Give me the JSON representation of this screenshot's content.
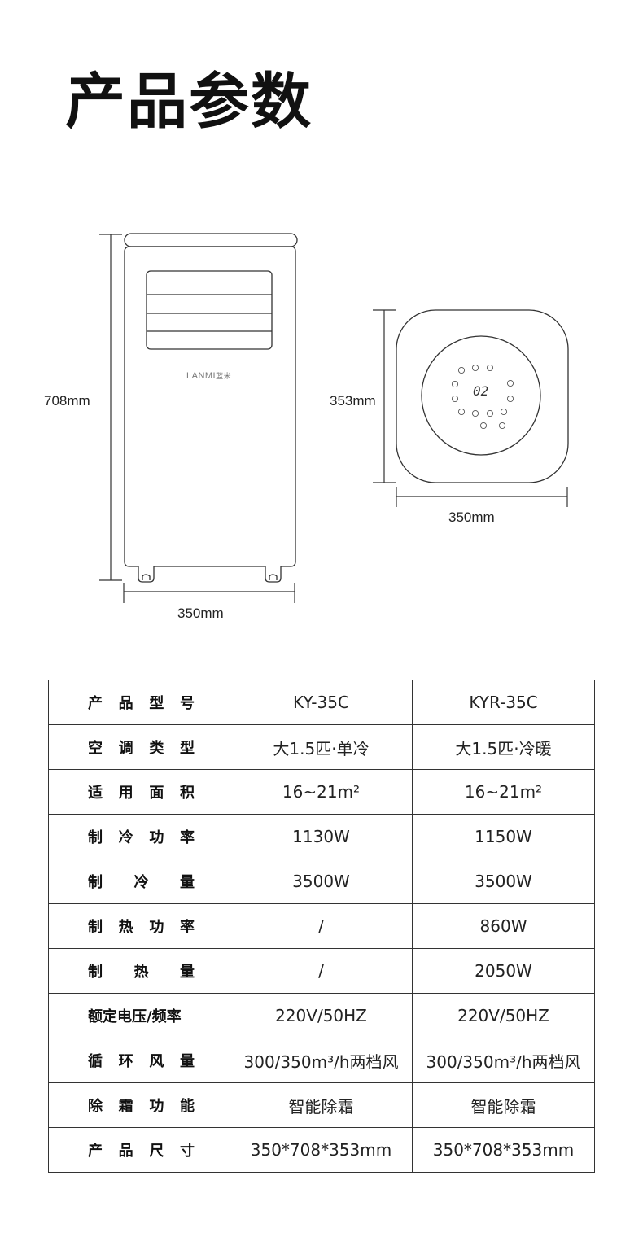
{
  "title": "产品参数",
  "brand": {
    "logo_text": "LANMI",
    "logo_text_cn": "蓝米"
  },
  "dimensions": {
    "front_height": "708mm",
    "front_width": "350mm",
    "top_depth": "353mm",
    "top_width": "350mm"
  },
  "control_panel": {
    "display": "02"
  },
  "spec_table": {
    "rows": [
      {
        "label": "产品型号",
        "chars": [
          "产",
          "品",
          "型",
          "号"
        ],
        "values": [
          "KY-35C",
          "KYR-35C"
        ]
      },
      {
        "label": "空调类型",
        "chars": [
          "空",
          "调",
          "类",
          "型"
        ],
        "values": [
          "大1.5匹·单冷",
          "大1.5匹·冷暖"
        ]
      },
      {
        "label": "适用面积",
        "chars": [
          "适",
          "用",
          "面",
          "积"
        ],
        "values": [
          "16~21m²",
          "16~21m²"
        ]
      },
      {
        "label": "制冷功率",
        "chars": [
          "制",
          "冷",
          "功",
          "率"
        ],
        "values": [
          "1130W",
          "1150W"
        ]
      },
      {
        "label": "制冷量",
        "chars": [
          "制",
          "冷",
          "量"
        ],
        "values": [
          "3500W",
          "3500W"
        ]
      },
      {
        "label": "制热功率",
        "chars": [
          "制",
          "热",
          "功",
          "率"
        ],
        "values": [
          "/",
          "860W"
        ]
      },
      {
        "label": "制热量",
        "chars": [
          "制",
          "热",
          "量"
        ],
        "values": [
          "/",
          "2050W"
        ]
      },
      {
        "label": "额定电压/频率",
        "chars": [
          "额定电压/频率"
        ],
        "values": [
          "220V/50HZ",
          "220V/50HZ"
        ]
      },
      {
        "label": "循环风量",
        "chars": [
          "循",
          "环",
          "风",
          "量"
        ],
        "values": [
          "300/350m³/h两档风",
          "300/350m³/h两档风"
        ]
      },
      {
        "label": "除霜功能",
        "chars": [
          "除",
          "霜",
          "功",
          "能"
        ],
        "values": [
          "智能除霜",
          "智能除霜"
        ]
      },
      {
        "label": "产品尺寸",
        "chars": [
          "产",
          "品",
          "尺",
          "寸"
        ],
        "values": [
          "350*708*353mm",
          "350*708*353mm"
        ]
      }
    ]
  }
}
